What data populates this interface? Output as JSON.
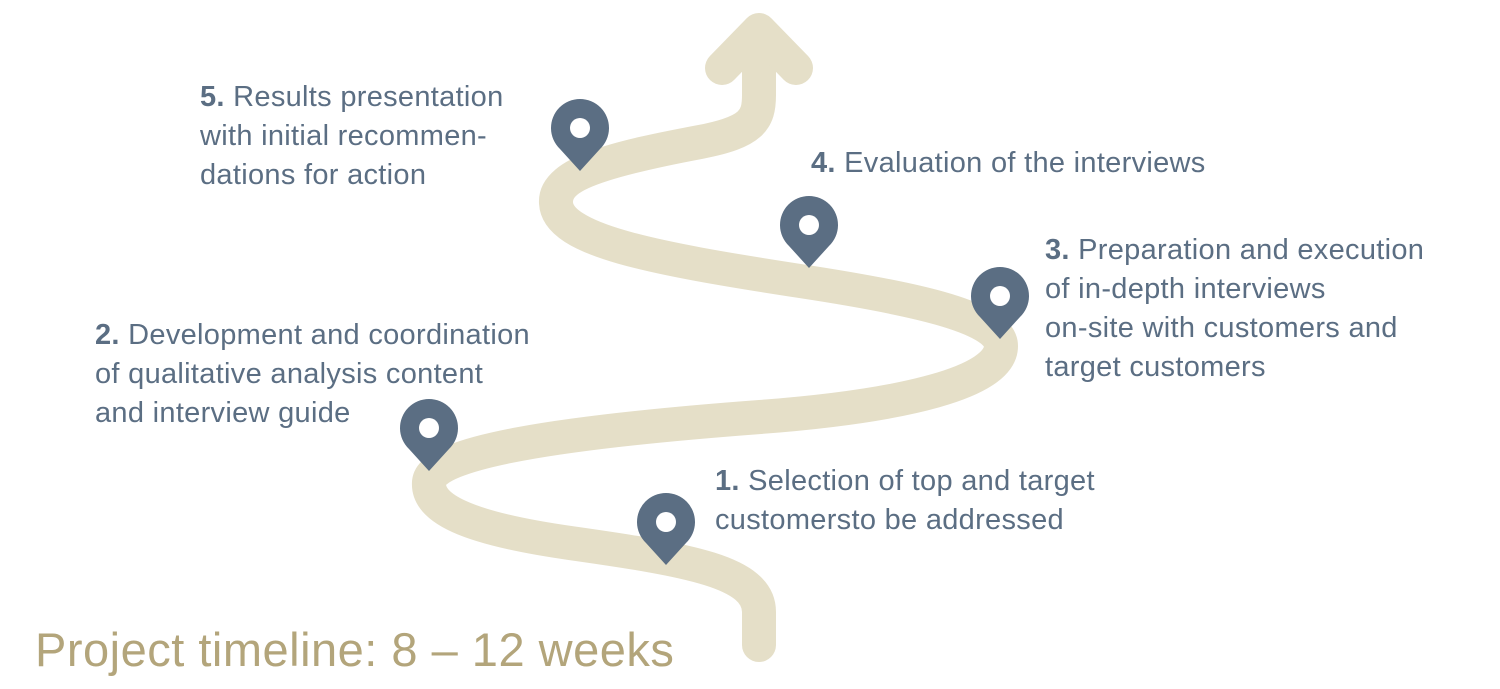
{
  "colors": {
    "road": "#e5dfc8",
    "pin": "#5b6e83",
    "text": "#5b6e83",
    "title": "#b3a57b"
  },
  "steps": [
    {
      "number": "1.",
      "lines": [
        "Selection of top and target",
        "customersto be addressed"
      ]
    },
    {
      "number": "2.",
      "lines": [
        "Development and coordination",
        "of qualitative analysis content",
        "and interview guide"
      ]
    },
    {
      "number": "3.",
      "lines": [
        "Preparation and execution",
        "of in-depth interviews",
        "on-site with customers and",
        "target customers"
      ]
    },
    {
      "number": "4.",
      "lines": [
        "Evaluation of the interviews"
      ]
    },
    {
      "number": "5.",
      "lines": [
        "Results presentation",
        "with initial recommen-",
        "dations for action"
      ]
    }
  ],
  "title": "Project timeline: 8 – 12 weeks"
}
